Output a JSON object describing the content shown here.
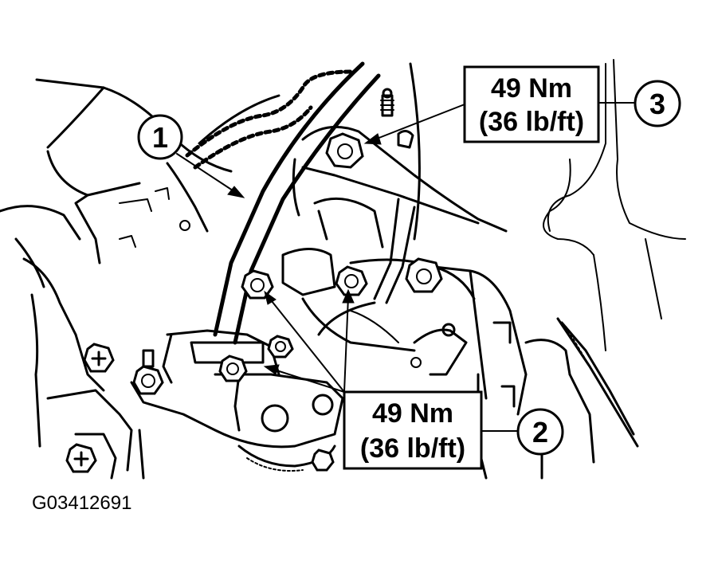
{
  "callouts": [
    {
      "number": "1"
    },
    {
      "number": "2",
      "torque_nm": "49 Nm",
      "torque_lbft": "(36 lb/ft)"
    },
    {
      "number": "3",
      "torque_nm": "49 Nm",
      "torque_lbft": "(36 lb/ft)"
    }
  ],
  "figure_id": "G03412691",
  "colors": {
    "ink": "#000000",
    "background": "#ffffff"
  }
}
